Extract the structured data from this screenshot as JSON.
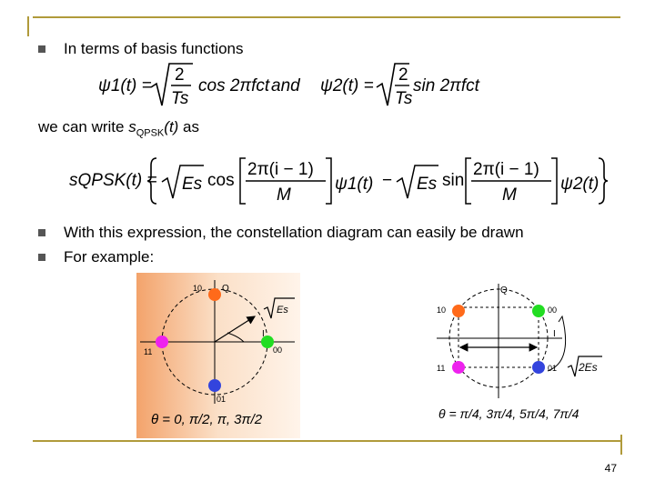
{
  "bullets": [
    "In terms of basis functions",
    "With this expression, the constellation diagram can easily be drawn",
    "For example:"
  ],
  "we_can_write": {
    "prefix": "we can write ",
    "signal": "s",
    "subscript": "QPSK",
    "suffix_t": "(t)",
    "suffix": " as"
  },
  "basis_eq": {
    "psi1_lhs": "ψ1(t) =",
    "frac_num": "2",
    "frac_den": "Ts",
    "cos_term": "cos 2πfct",
    "and": "and",
    "psi2_lhs": "ψ2(t) =",
    "sin_term": "sin 2πfct"
  },
  "qpsk_eq": {
    "lhs": "sQPSK(t) =",
    "sqrt_es": "Es",
    "cos": "cos",
    "sin": "sin",
    "numerator": "2π(i − 1)",
    "denominator": "M",
    "psi1": "ψ1(t)",
    "psi2": "ψ2(t)",
    "minus": "−"
  },
  "left_diagram": {
    "q_label": "Q",
    "i_label": "I",
    "sqrt_label": "Es",
    "points": [
      {
        "label": "10",
        "color": "#ff6a1a"
      },
      {
        "label": "00",
        "color": "#22dd22"
      },
      {
        "label": "11",
        "color": "#ee22ee"
      },
      {
        "label": "01",
        "color": "#3344dd"
      }
    ],
    "theta": "θ = 0, π/2, π, 3π/2"
  },
  "right_diagram": {
    "q_label": "Q",
    "i_label": "I",
    "sqrt_label": "2Es",
    "points": [
      {
        "label": "10",
        "color": "#ff6a1a"
      },
      {
        "label": "00",
        "color": "#22dd22"
      },
      {
        "label": "11",
        "color": "#ee22ee"
      },
      {
        "label": "01",
        "color": "#3344dd"
      }
    ],
    "theta": "θ = π/4, 3π/4, 5π/4, 7π/4"
  },
  "page_number": "47"
}
